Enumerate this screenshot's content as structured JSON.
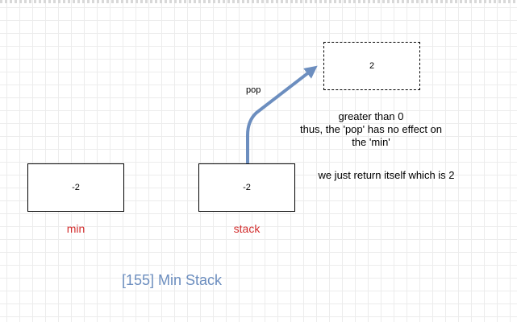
{
  "boxes": {
    "min_value": "-2",
    "stack_value": "-2",
    "popped_value": "2"
  },
  "captions": {
    "min": "min",
    "stack": "stack"
  },
  "arrow_label": "pop",
  "notes": {
    "line1": "greater than 0",
    "line2": "thus, the 'pop'  has no effect on",
    "line3": "the 'min'",
    "line4": "we just return itself which is 2"
  },
  "title": "[155] Min Stack",
  "colors": {
    "arrow": "#6c8ebf",
    "caption": "#d32f2f",
    "title": "#6c8ebf"
  }
}
